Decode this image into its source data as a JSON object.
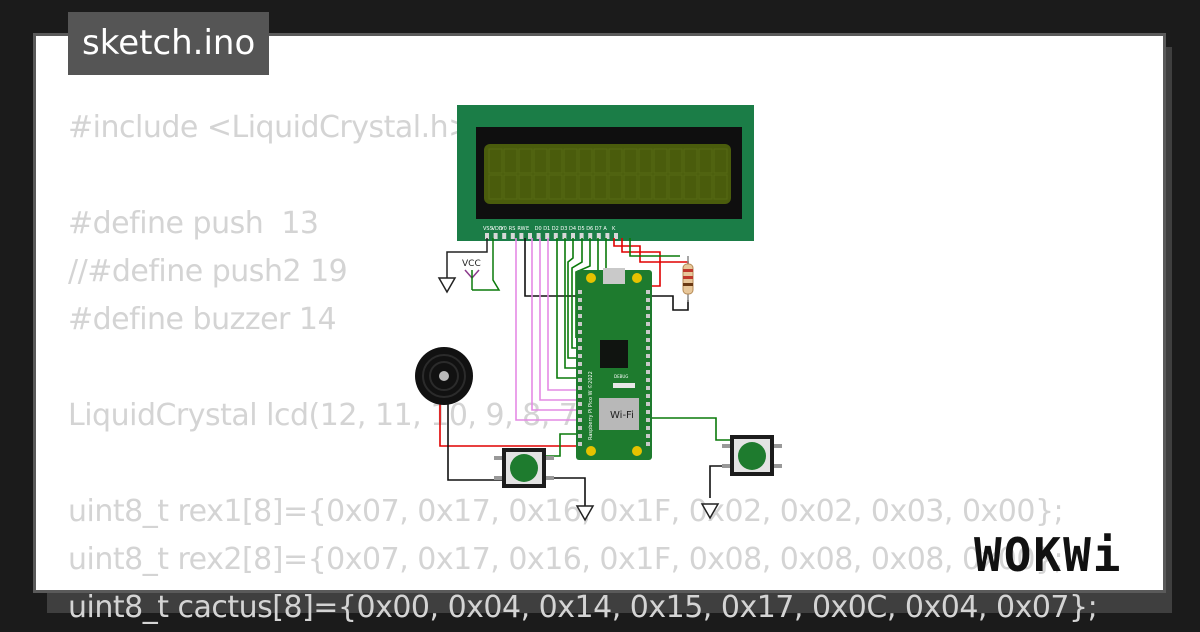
{
  "tab": {
    "filename": "sketch.ino"
  },
  "code_lines": [
    "#include <LiquidCrystal.h>",
    "",
    "#define push  13",
    "//#define push2 19",
    "#define buzzer 14",
    "",
    "LiquidCrystal lcd(12, 11, 10, 9, 8, 7);",
    "",
    "uint8_t rex1[8]={0x07, 0x17, 0x16, 0x1F, 0x02, 0x02, 0x03, 0x00};",
    "uint8_t rex2[8]={0x07, 0x17, 0x16, 0x1F, 0x08, 0x08, 0x08, 0x00};",
    "uint8_t cactus[8]={0x00, 0x04, 0x14, 0x15, 0x17, 0x0C, 0x04, 0x07};"
  ],
  "circuit": {
    "lcd_pin_labels": [
      "VSS",
      "VDD",
      "V0",
      "RS",
      "RW",
      "E",
      "D0",
      "D1",
      "D2",
      "D3",
      "D4",
      "D5",
      "D6",
      "D7",
      "A",
      "K"
    ],
    "vcc_label": "VCC",
    "pico_label": "Raspberry Pi Pico W ©2022",
    "wifi_label": "Wi-Fi",
    "debug_label": "DEBUG",
    "colors": {
      "lcd_green": "#1b7d47",
      "lcd_screen": "#4a5c0c",
      "pico_green": "#1e7b2e",
      "wire_green": "#0a7a0a",
      "wire_red": "#e00000",
      "wire_pink": "#e48ae4",
      "wire_black": "#111111"
    }
  },
  "brand": {
    "logo": "WOKWi"
  }
}
